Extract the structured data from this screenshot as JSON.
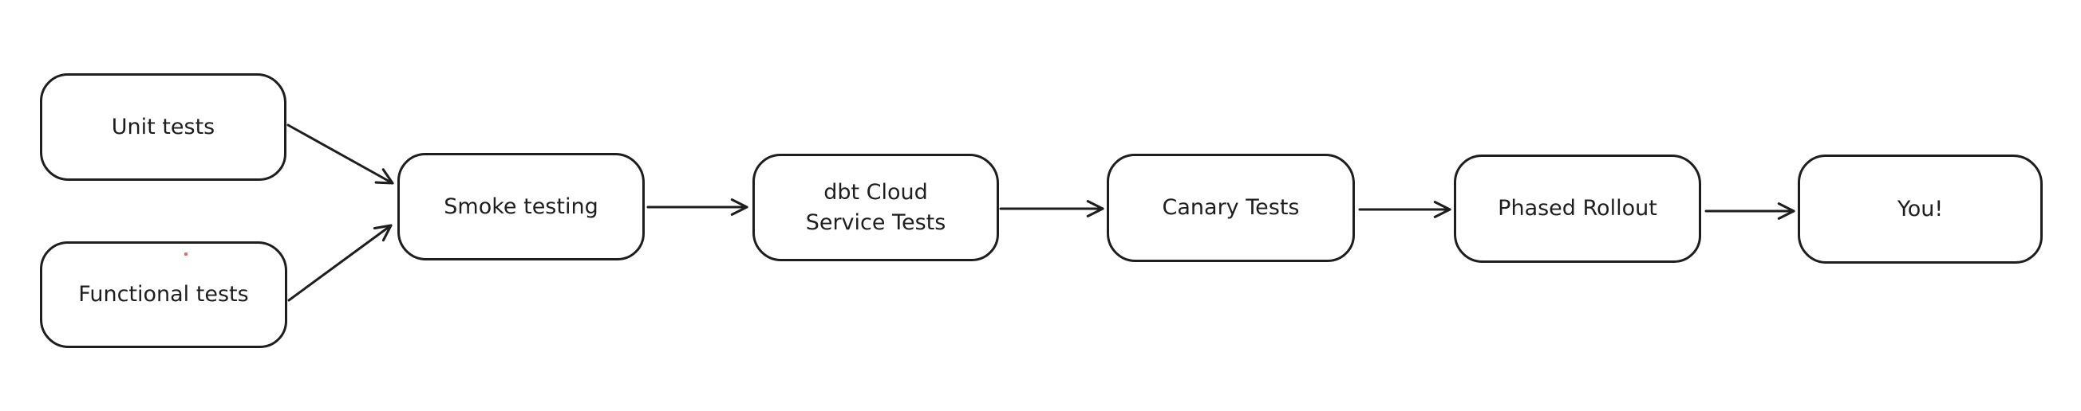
{
  "diagram": {
    "type": "flowchart",
    "background_color": "#ffffff",
    "stroke_color": "#1e1e1e",
    "node_fill_color": "#ffffff",
    "text_color": "#1e1e1e",
    "stray_mark_color": "#d9534f",
    "nodes": [
      {
        "id": "unit-tests",
        "label": "Unit tests"
      },
      {
        "id": "functional-tests",
        "label": "Functional tests"
      },
      {
        "id": "smoke-testing",
        "label": "Smoke testing"
      },
      {
        "id": "dbt-cloud-service-tests",
        "label": "dbt Cloud\nService Tests"
      },
      {
        "id": "canary-tests",
        "label": "Canary Tests"
      },
      {
        "id": "phased-rollout",
        "label": "Phased Rollout"
      },
      {
        "id": "you",
        "label": "You!"
      }
    ],
    "edges": [
      {
        "from": "unit-tests",
        "to": "smoke-testing"
      },
      {
        "from": "functional-tests",
        "to": "smoke-testing"
      },
      {
        "from": "smoke-testing",
        "to": "dbt-cloud-service-tests"
      },
      {
        "from": "dbt-cloud-service-tests",
        "to": "canary-tests"
      },
      {
        "from": "canary-tests",
        "to": "phased-rollout"
      },
      {
        "from": "phased-rollout",
        "to": "you"
      }
    ]
  }
}
